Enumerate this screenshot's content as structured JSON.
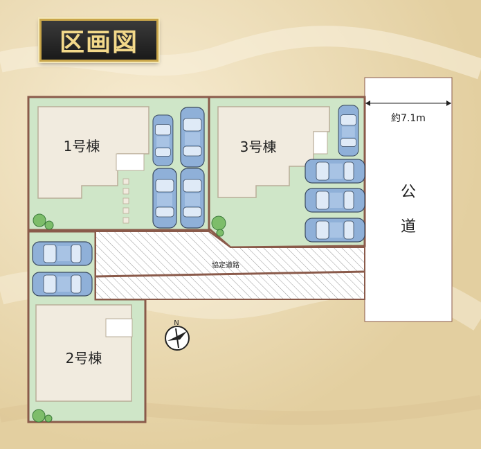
{
  "title": "区画図",
  "buildings": {
    "b1": "1号棟",
    "b2": "2号棟",
    "b3": "3号棟"
  },
  "shared_road_label": "協定道路",
  "public_road": {
    "label_top": "公",
    "label_bottom": "道",
    "width": "約7.1m"
  },
  "compass": {
    "north": "N"
  },
  "colors": {
    "lot_fill": "#cfe6c8",
    "lot_border": "#8a5a4a",
    "building": "#f1ebdf",
    "road_hatch": "#9a9a9a",
    "car_body": "#8fb0d8"
  }
}
